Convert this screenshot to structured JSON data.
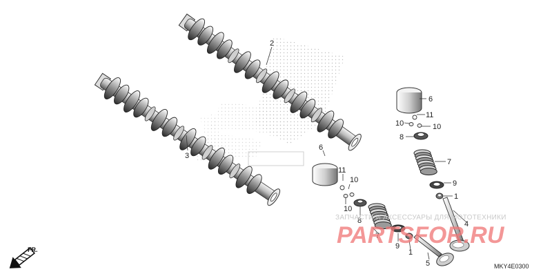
{
  "diagram": {
    "callouts": {
      "c2": "2",
      "c3": "3",
      "c6a": "6",
      "c11a": "11",
      "c10a": "10",
      "c10b": "10",
      "c8a": "8",
      "c7a": "7",
      "c9a": "9",
      "c1a": "1",
      "c4": "4",
      "c6b": "6",
      "c11b": "11",
      "c10c": "10",
      "c10d": "10",
      "c8b": "8",
      "c7b": "7",
      "c9b": "9",
      "c1b": "1",
      "c5": "5"
    },
    "direction_label": "FR.",
    "diagram_code": "MKY4E0300"
  },
  "watermark": {
    "tagline": "ЗАПЧАСТИ И АКСЕССУАРЫ ДЛЯ МОТОТЕХНИКИ",
    "logo_text": "PARTSFOR.RU",
    "logo_color": "#f07a7a"
  }
}
